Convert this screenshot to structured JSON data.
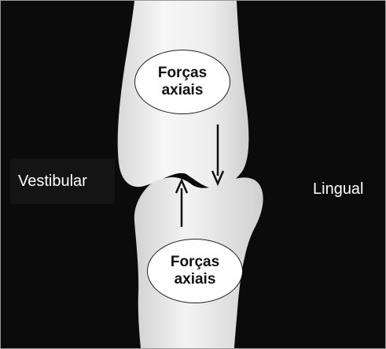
{
  "labels": {
    "upper_force": "Forças\naxiais",
    "lower_force": "Forças\naxiais",
    "left_side": "Vestibular",
    "right_side": "Lingual"
  },
  "colors": {
    "background": "#0b0b0b",
    "tooth": "#ececec",
    "arrow": "#111111",
    "label_fill": "#ffffff",
    "side_text": "#ffffff"
  },
  "icons": {
    "upper_arrow": "arrow-down",
    "lower_arrow": "arrow-up"
  }
}
